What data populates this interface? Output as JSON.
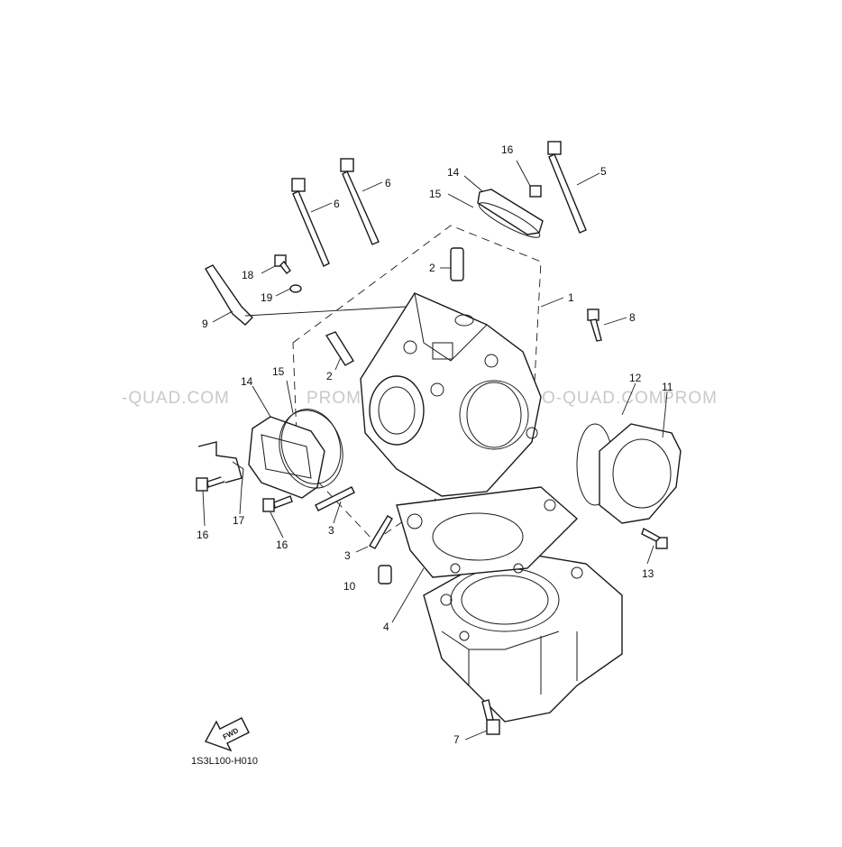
{
  "diagram": {
    "watermark_left": "-QUAD.COM",
    "watermark_mid": "PROMO-QUAD.COM",
    "watermark_right": "PROMO-QUAD.COM",
    "watermark_edge": "PROM",
    "fwd_label": "FWD",
    "diagram_code": "1S3L100-H010",
    "callouts": [
      {
        "id": "c1",
        "text": "1"
      },
      {
        "id": "c2a",
        "text": "2"
      },
      {
        "id": "c2b",
        "text": "2"
      },
      {
        "id": "c3a",
        "text": "3"
      },
      {
        "id": "c3b",
        "text": "3"
      },
      {
        "id": "c4",
        "text": "4"
      },
      {
        "id": "c5",
        "text": "5"
      },
      {
        "id": "c6a",
        "text": "6"
      },
      {
        "id": "c6b",
        "text": "6"
      },
      {
        "id": "c7",
        "text": "7"
      },
      {
        "id": "c8",
        "text": "8"
      },
      {
        "id": "c9",
        "text": "9"
      },
      {
        "id": "c10",
        "text": "10"
      },
      {
        "id": "c11",
        "text": "11"
      },
      {
        "id": "c12",
        "text": "12"
      },
      {
        "id": "c13",
        "text": "13"
      },
      {
        "id": "c14a",
        "text": "14"
      },
      {
        "id": "c14b",
        "text": "14"
      },
      {
        "id": "c15a",
        "text": "15"
      },
      {
        "id": "c15b",
        "text": "15"
      },
      {
        "id": "c16a",
        "text": "16"
      },
      {
        "id": "c16b",
        "text": "16"
      },
      {
        "id": "c16c",
        "text": "16"
      },
      {
        "id": "c17",
        "text": "17"
      },
      {
        "id": "c18",
        "text": "18"
      },
      {
        "id": "c19",
        "text": "19"
      }
    ]
  }
}
